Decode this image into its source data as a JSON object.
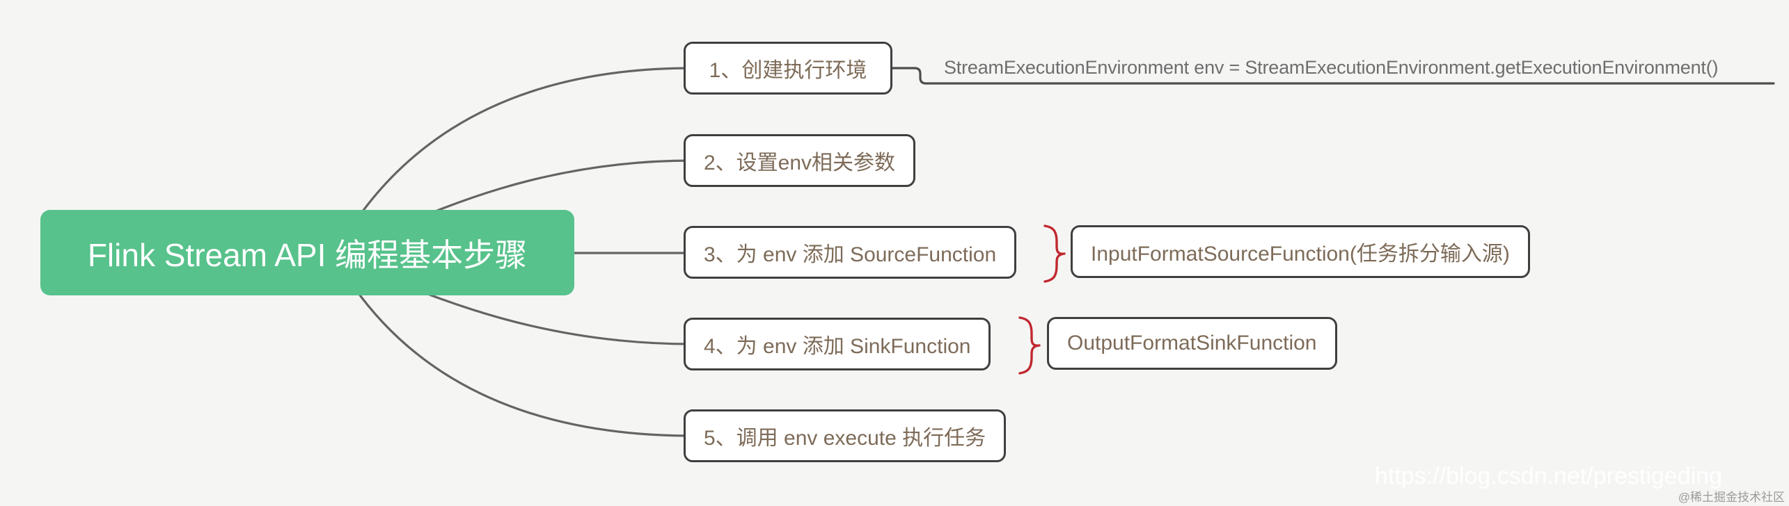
{
  "mindmap": {
    "root_label": "Flink Stream API 编程基本步骤",
    "branches": [
      {
        "label": "1、创建执行环境",
        "annotation": "StreamExecutionEnvironment env = StreamExecutionEnvironment.getExecutionEnvironment()"
      },
      {
        "label": "2、设置env相关参数"
      },
      {
        "label": "3、为 env 添加 SourceFunction",
        "child": "InputFormatSourceFunction(任务拆分输入源)"
      },
      {
        "label": "4、为 env 添加 SinkFunction",
        "child": "OutputFormatSinkFunction"
      },
      {
        "label": "5、调用 env execute 执行任务"
      }
    ]
  },
  "colors": {
    "background": "#f5f5f4",
    "root_bg": "#57c28b",
    "root_text": "#ffffff",
    "node_border": "#3f3f3f",
    "node_text": "#7d6b58",
    "edge": "#646464",
    "elbow_underline": "#4d4d4d",
    "annotation_text": "#6e6e6e",
    "brace": "#c0282e",
    "watermark_url_text": "#ffffff",
    "watermark_badge_text": "#9b9b9b"
  },
  "watermark": {
    "url": "https://blog.csdn.net/prestigeding",
    "badge": "@稀土掘金技术社区"
  }
}
